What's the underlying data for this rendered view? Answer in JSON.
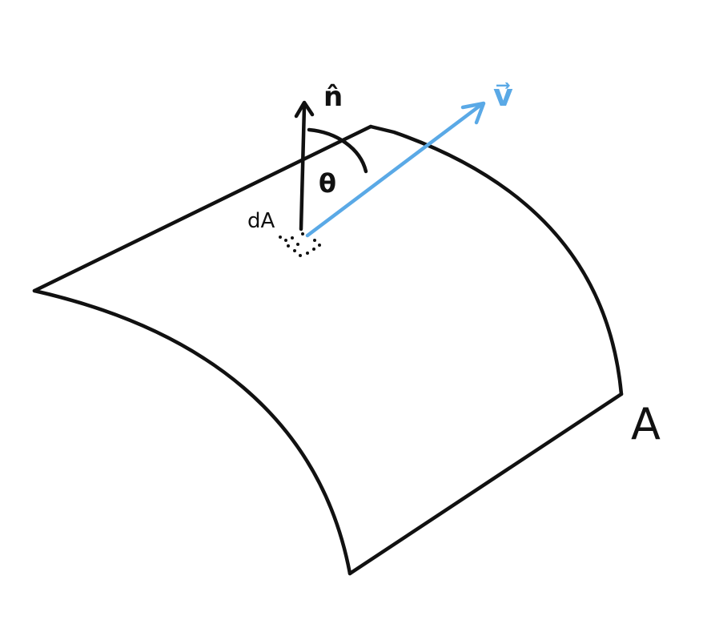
{
  "labels": {
    "normal": "n̂",
    "velocity": "v⃗",
    "angle": "θ",
    "area_element": "dA",
    "surface": "A"
  },
  "colors": {
    "ink": "#111111",
    "velocity": "#5aa9e6",
    "background": "#ffffff"
  }
}
